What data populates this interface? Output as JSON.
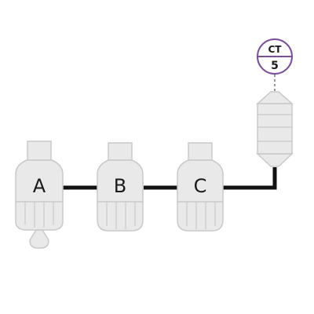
{
  "units": [
    {
      "label": "A"
    },
    {
      "label": "B"
    },
    {
      "label": "C"
    }
  ],
  "tag": {
    "code": "CT",
    "number": "5",
    "color": "#7a4f96"
  },
  "colors": {
    "body_fill": "#e9e9e9",
    "body_stroke": "#c9c9c9",
    "pipe": "#111111"
  }
}
